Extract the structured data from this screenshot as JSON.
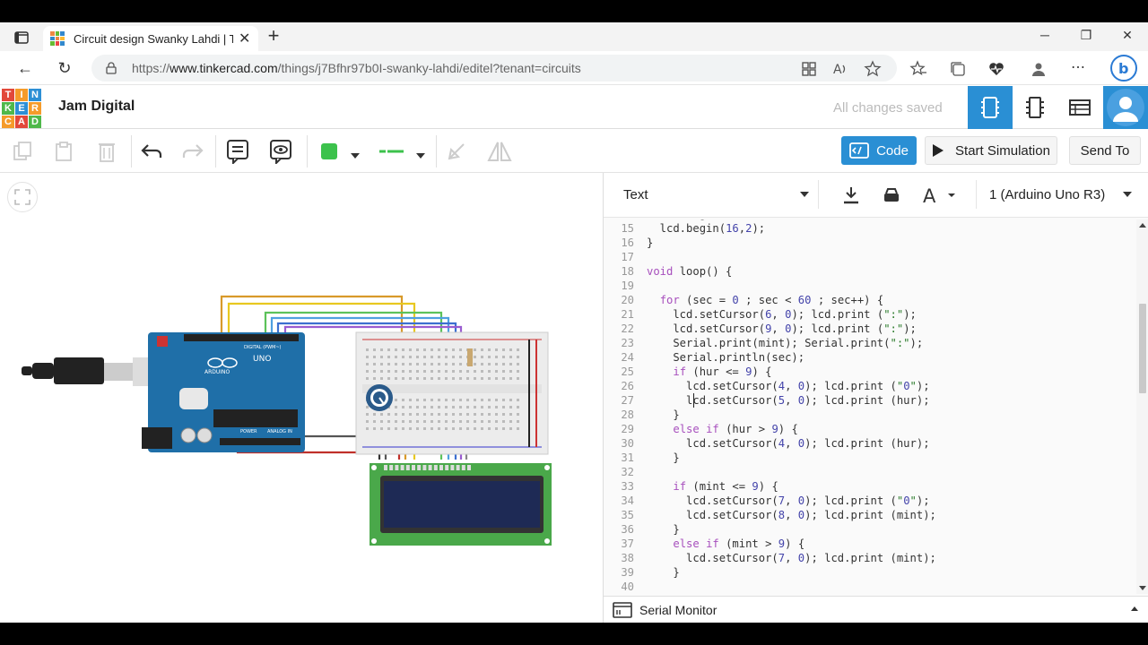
{
  "browser": {
    "tab_title": "Circuit design Swanky Lahdi | Tinkercad",
    "url_prefix": "https://",
    "url_domain": "www.tinkercad.com",
    "url_path": "/things/j7Bfhr97b0I-swanky-lahdi/editel?tenant=circuits"
  },
  "app": {
    "project_name": "Jam Digital",
    "save_status": "All changes saved",
    "logo_letters": [
      "T",
      "I",
      "N",
      "K",
      "E",
      "R",
      "C",
      "A",
      "D"
    ]
  },
  "toolbar": {
    "fill_color": "#3cc24c",
    "wire_color": "#3cc24c",
    "code_label": "Code",
    "simulate_label": "Start Simulation",
    "send_label": "Send To"
  },
  "codepanel": {
    "mode": "Text",
    "device": "1 (Arduino Uno R3)",
    "serial_monitor": "Serial Monitor",
    "cursor_line": 27,
    "lines": [
      {
        "n": "",
        "t": "  lcd.begin(16,2);"
      },
      {
        "n": "15",
        "t": "  lcd.begin(16,2);"
      },
      {
        "n": "16",
        "t": "}"
      },
      {
        "n": "17",
        "t": ""
      },
      {
        "n": "18",
        "t": "void loop() {"
      },
      {
        "n": "19",
        "t": ""
      },
      {
        "n": "20",
        "t": "  for (sec = 0 ; sec < 60 ; sec++) {"
      },
      {
        "n": "21",
        "t": "    lcd.setCursor(6, 0); lcd.print (\":\");"
      },
      {
        "n": "22",
        "t": "    lcd.setCursor(9, 0); lcd.print (\":\");"
      },
      {
        "n": "23",
        "t": "    Serial.print(mint); Serial.print(\":\");"
      },
      {
        "n": "24",
        "t": "    Serial.println(sec);"
      },
      {
        "n": "25",
        "t": "    if (hur <= 9) {"
      },
      {
        "n": "26",
        "t": "      lcd.setCursor(4, 0); lcd.print (\"0\");"
      },
      {
        "n": "27",
        "t": "      lcd.setCursor(5, 0); lcd.print (hur);"
      },
      {
        "n": "28",
        "t": "    }"
      },
      {
        "n": "29",
        "t": "    else if (hur > 9) {"
      },
      {
        "n": "30",
        "t": "      lcd.setCursor(4, 0); lcd.print (hur);"
      },
      {
        "n": "31",
        "t": "    }"
      },
      {
        "n": "32",
        "t": ""
      },
      {
        "n": "33",
        "t": "    if (mint <= 9) {"
      },
      {
        "n": "34",
        "t": "      lcd.setCursor(7, 0); lcd.print (\"0\");"
      },
      {
        "n": "35",
        "t": "      lcd.setCursor(8, 0); lcd.print (mint);"
      },
      {
        "n": "36",
        "t": "    }"
      },
      {
        "n": "37",
        "t": "    else if (mint > 9) {"
      },
      {
        "n": "38",
        "t": "      lcd.setCursor(7, 0); lcd.print (mint);"
      },
      {
        "n": "39",
        "t": "    }"
      },
      {
        "n": "40",
        "t": ""
      }
    ]
  },
  "circuit": {
    "arduino_label": "UNO",
    "arduino_brand": "ARDUINO",
    "arduino_digital": "DIGITAL (PWM~)",
    "arduino_power": "POWER",
    "arduino_analog": "ANALOG IN",
    "lcd_color": "#1e2a55",
    "board_color": "#1f6fa8"
  }
}
